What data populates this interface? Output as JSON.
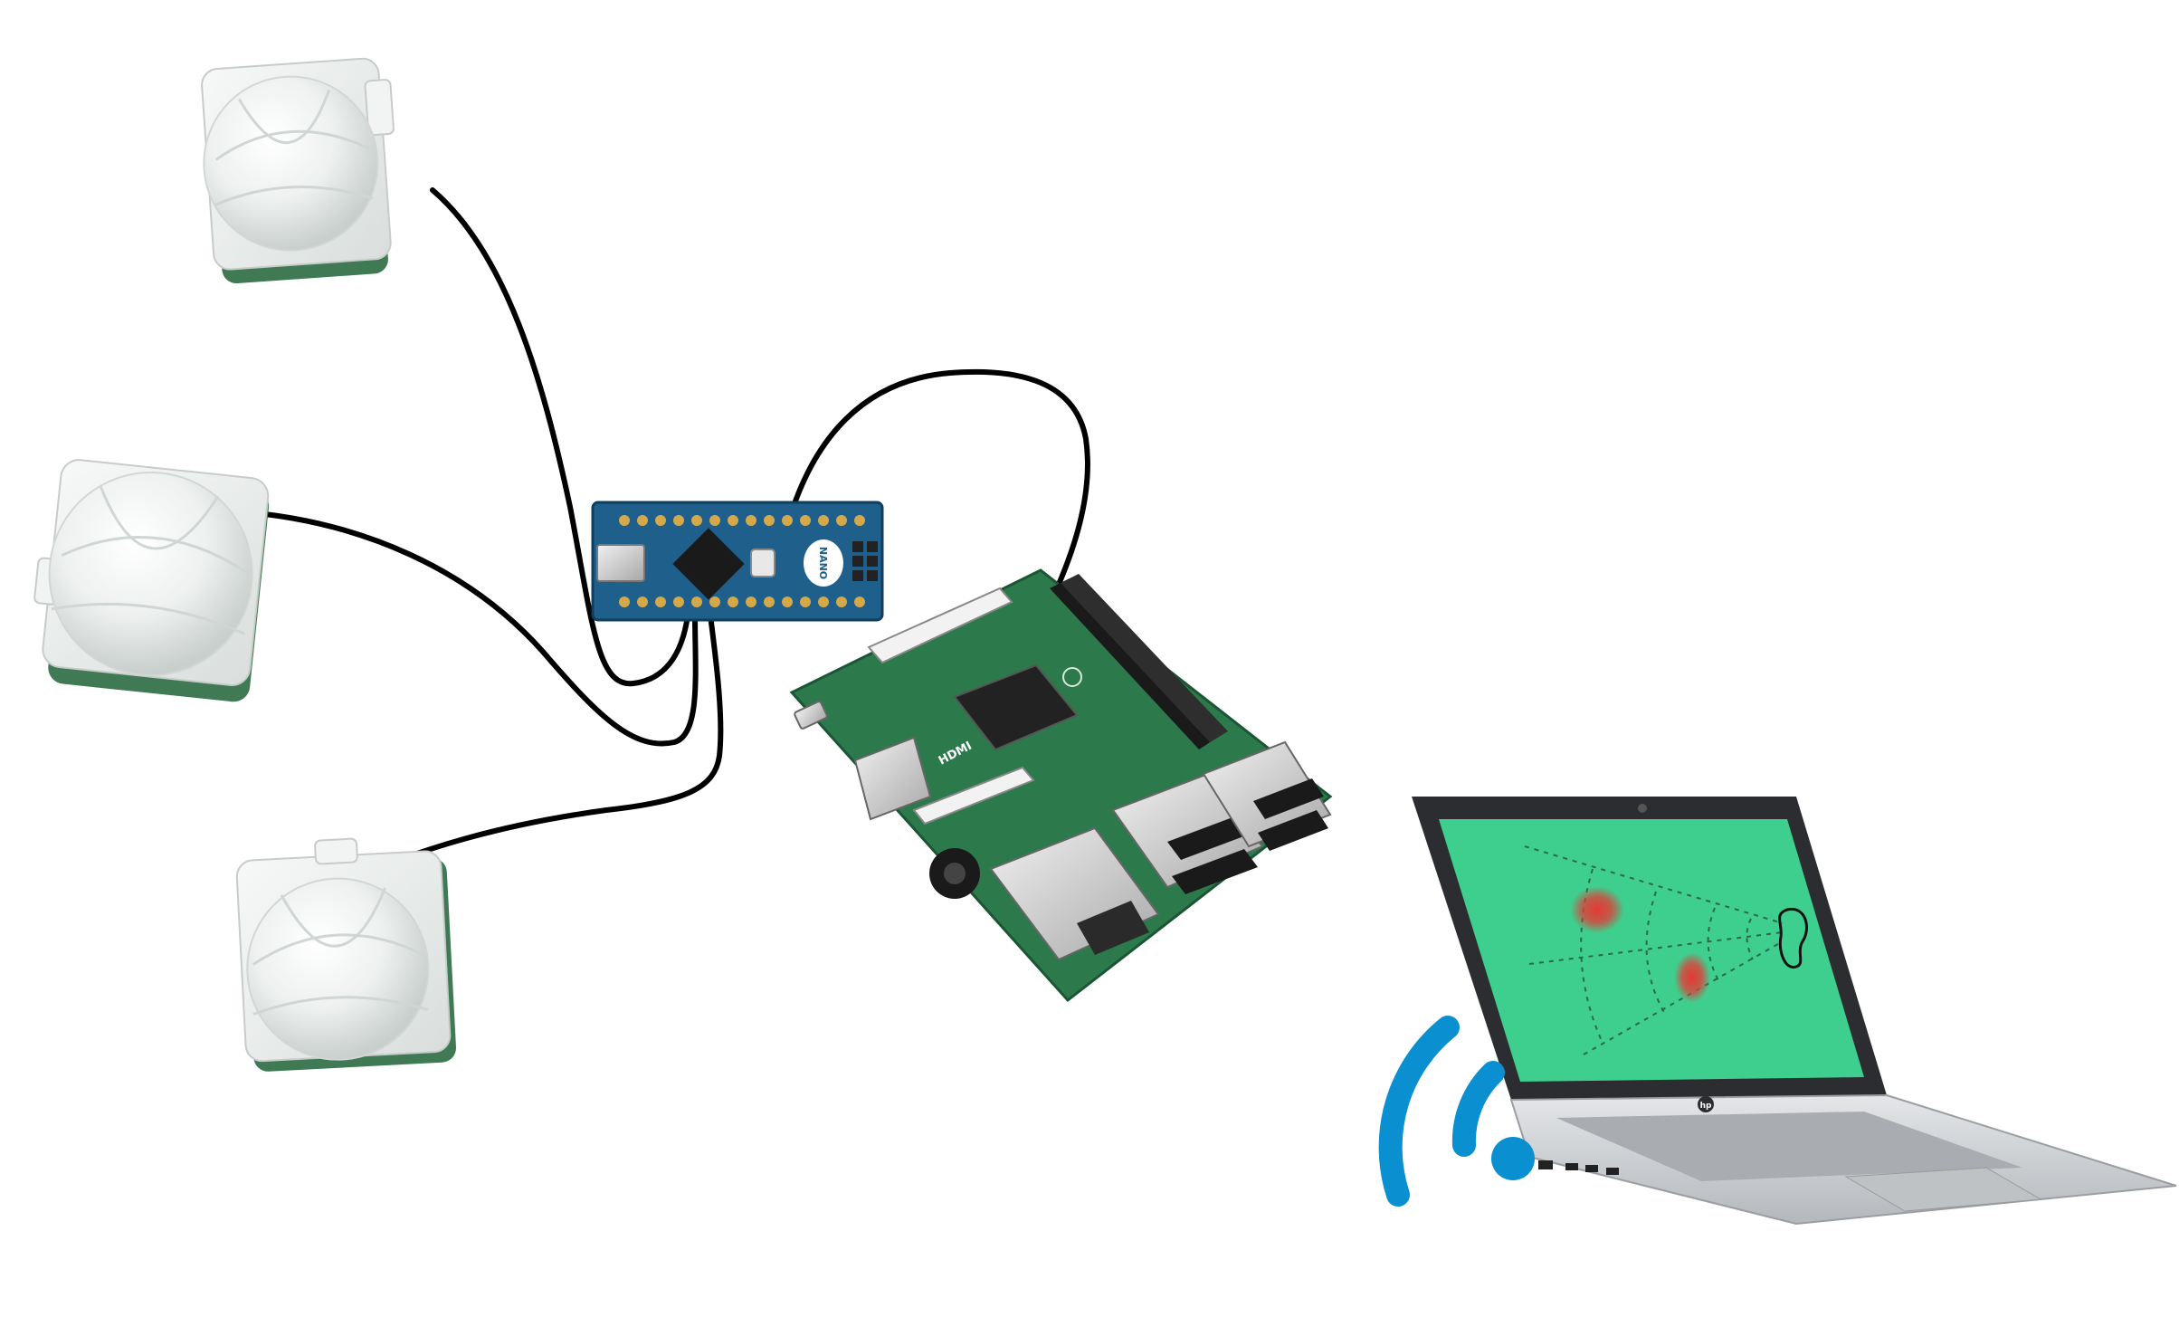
{
  "diagram": {
    "components": [
      {
        "id": "pir-sensor-1",
        "kind": "pir-motion-sensor"
      },
      {
        "id": "pir-sensor-2",
        "kind": "pir-motion-sensor"
      },
      {
        "id": "pir-sensor-3",
        "kind": "pir-motion-sensor"
      },
      {
        "id": "arduino-nano",
        "kind": "microcontroller-board",
        "printed_text": "NANO"
      },
      {
        "id": "raspberry-pi",
        "kind": "single-board-computer",
        "printed_text": "HDMI"
      },
      {
        "id": "laptop",
        "kind": "laptop",
        "printed_text": "hp"
      },
      {
        "id": "wifi-symbol",
        "kind": "wireless-signal-icon"
      }
    ],
    "connections": [
      {
        "from": "pir-sensor-1",
        "to": "arduino-nano",
        "medium": "wire"
      },
      {
        "from": "pir-sensor-2",
        "to": "arduino-nano",
        "medium": "wire"
      },
      {
        "from": "pir-sensor-3",
        "to": "arduino-nano",
        "medium": "wire"
      },
      {
        "from": "arduino-nano",
        "to": "raspberry-pi",
        "medium": "wire"
      },
      {
        "from": "raspberry-pi",
        "to": "laptop",
        "medium": "wifi"
      }
    ],
    "laptop_screen": {
      "blobs": 2,
      "blob_color": "#e53935"
    },
    "colors": {
      "background": "#ffffff",
      "wire": "#000000",
      "arduino_board": "#1e5f8c",
      "pi_board": "#2c7a4b",
      "laptop_screen": "#3ecf8e",
      "wifi": "#0a8fd1",
      "laptop_body": "#c9ccd0"
    }
  }
}
